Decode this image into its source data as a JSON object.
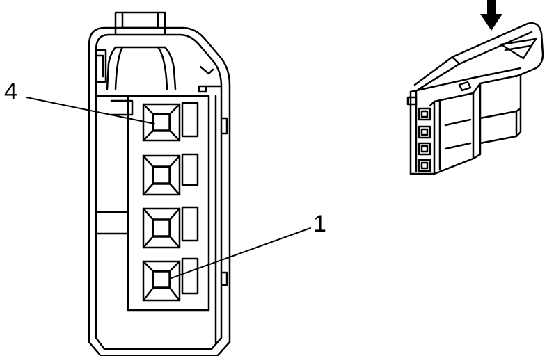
{
  "diagram": {
    "callouts": [
      {
        "text": "4",
        "pin": 4
      },
      {
        "text": "1",
        "pin": 1
      }
    ],
    "terminal_count": 4,
    "insertion_arrow_icon": "arrow-down-icon",
    "colors": {
      "line": "#000000",
      "background": "#ffffff"
    }
  }
}
